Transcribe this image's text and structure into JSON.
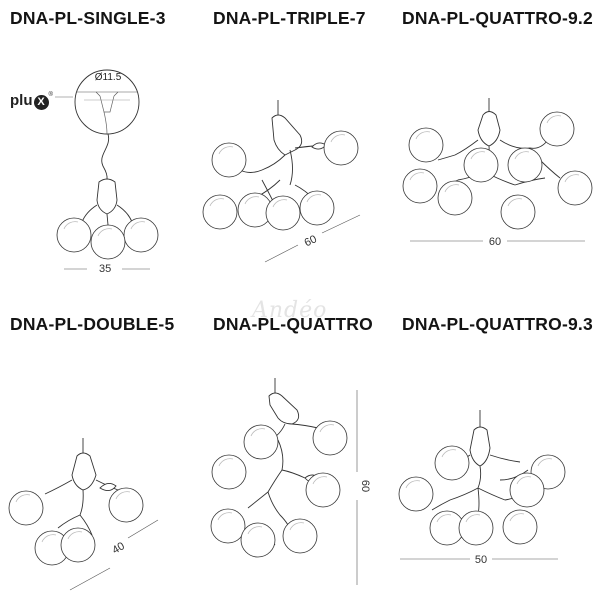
{
  "products": [
    {
      "id": "single3",
      "title": "DNA-PL-SINGLE-3",
      "dimension": "35"
    },
    {
      "id": "triple7",
      "title": "DNA-PL-TRIPLE-7",
      "dimension": "60"
    },
    {
      "id": "quattro92",
      "title": "DNA-PL-QUATTRO-9.2",
      "dimension": "60"
    },
    {
      "id": "double5",
      "title": "DNA-PL-DOUBLE-5",
      "dimension": "40"
    },
    {
      "id": "quattro",
      "title": "DNA-PL-QUATTRO",
      "dimension": "60"
    },
    {
      "id": "quattro93",
      "title": "DNA-PL-QUATTRO-9.3",
      "dimension": "50"
    }
  ],
  "detail": {
    "diameter_label": "Ø11.5"
  },
  "logo": {
    "brand_text": "plu",
    "brand_mark": "X",
    "registered": "®"
  },
  "watermark": "Andéo"
}
